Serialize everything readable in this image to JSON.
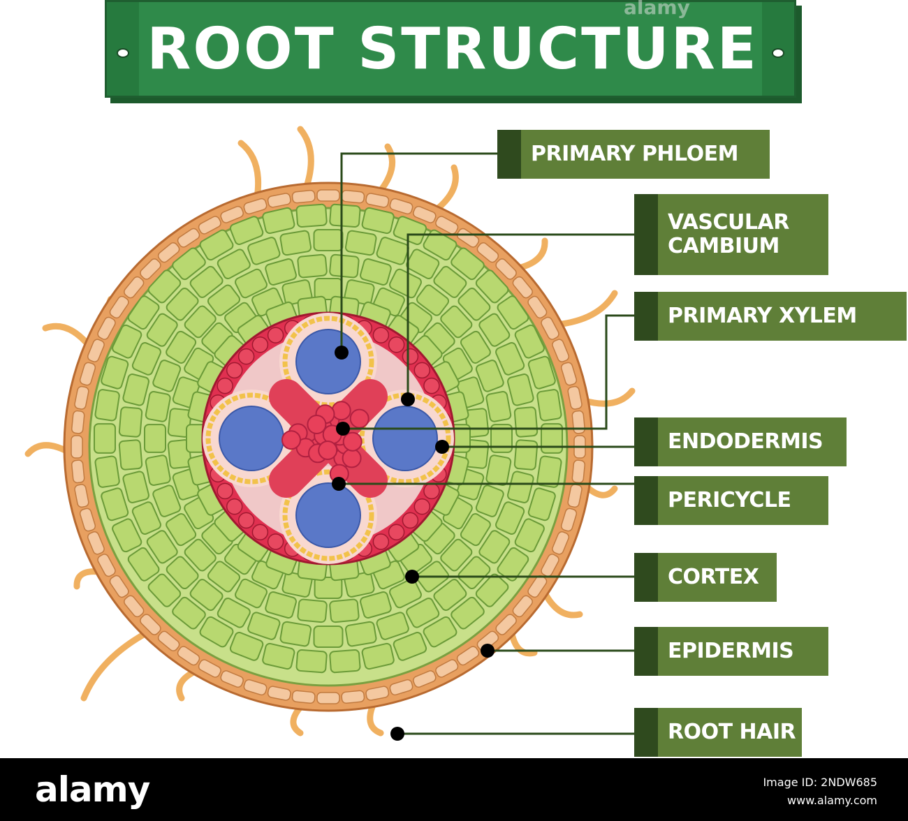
{
  "title": "ROOT STRUCTURE",
  "colors": {
    "banner": "#2f8a4a",
    "label_bg": "#5f7f38",
    "label_tab": "#2f4a1e",
    "epidermis": "#e8a060",
    "cortex": "#c8e08a",
    "endodermis": "#e03050",
    "xylem": "#e04058",
    "phloem": "#5a78c8",
    "root_hair": "#f0b060"
  },
  "labels": [
    {
      "id": "primary-phloem",
      "text": "PRIMARY PHLOEM"
    },
    {
      "id": "vascular-cambium",
      "text": "VASCULAR\nCAMBIUM"
    },
    {
      "id": "primary-xylem",
      "text": "PRIMARY XYLEM"
    },
    {
      "id": "endodermis",
      "text": "ENDODERMIS"
    },
    {
      "id": "pericycle",
      "text": "PERICYCLE"
    },
    {
      "id": "cortex",
      "text": "CORTEX"
    },
    {
      "id": "epidermis",
      "text": "EPIDERMIS"
    },
    {
      "id": "root-hair",
      "text": "ROOT HAIR"
    }
  ],
  "watermark": {
    "logo": "alamy",
    "image_id": "Image ID: 2NDW685",
    "site": "www.alamy.com"
  }
}
